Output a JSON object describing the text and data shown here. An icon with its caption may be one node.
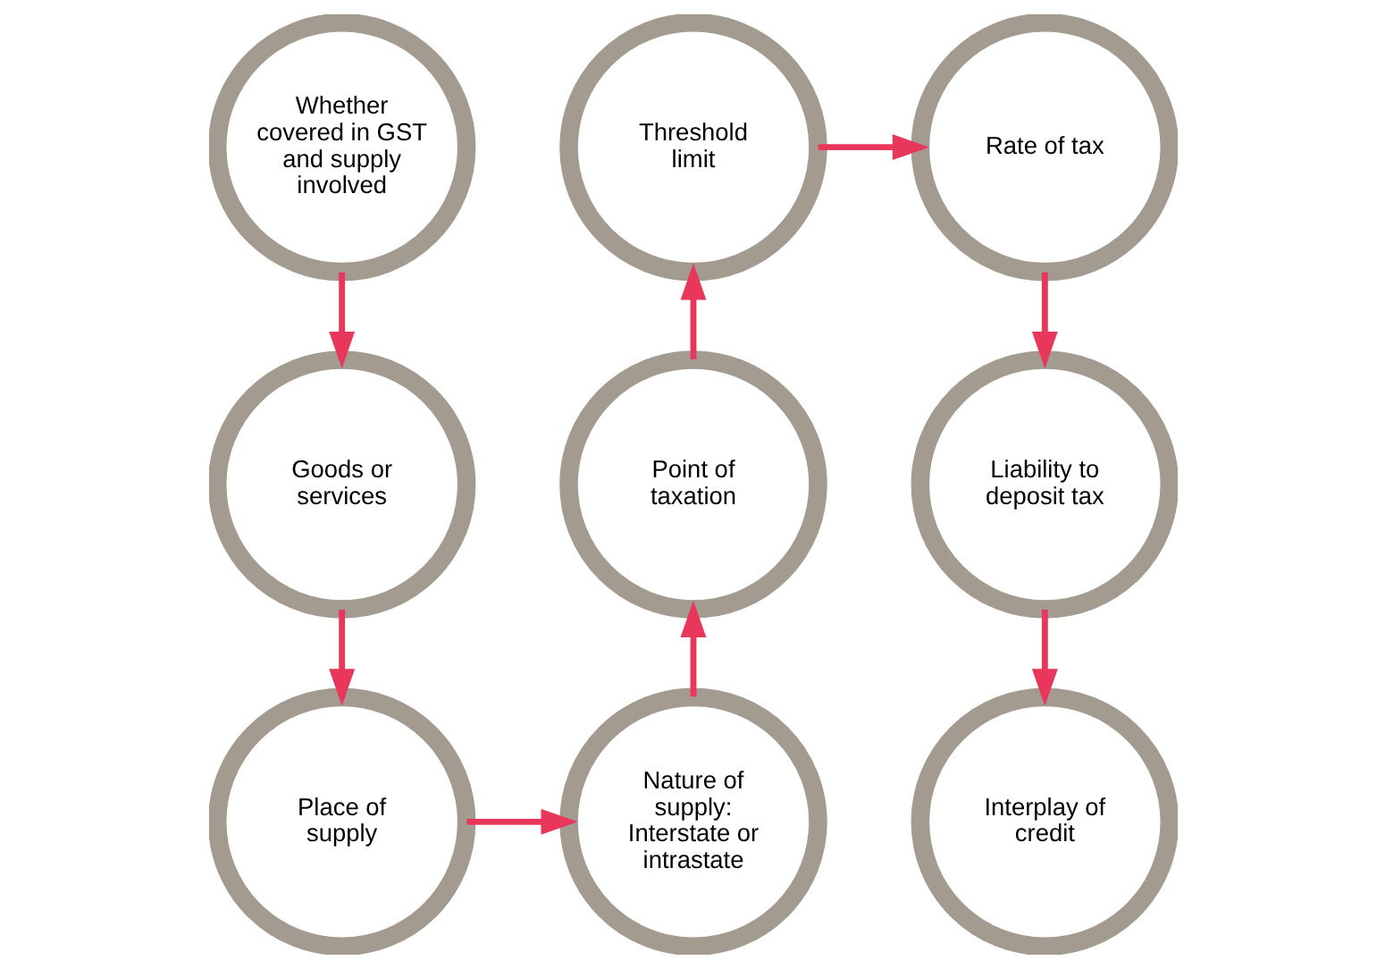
{
  "diagram": {
    "nodes": [
      {
        "text": [
          "Whether covered in GST and supply involved"
        ]
      },
      {
        "text": [
          "Threshold limit"
        ]
      },
      {
        "text": [
          "Rate of tax"
        ]
      },
      {
        "text": [
          "Goods or services"
        ]
      },
      {
        "text": [
          "Point of taxation"
        ]
      },
      {
        "text": [
          "Liability to deposit tax"
        ]
      },
      {
        "text": [
          "Place of supply"
        ]
      },
      {
        "text": [
          "Nature of supply: Interstate or intrastate"
        ]
      },
      {
        "text": [
          "Interplay of credit"
        ]
      }
    ],
    "edges": [
      {
        "from": 0,
        "to": 3,
        "arrow": "to"
      },
      {
        "from": 3,
        "to": 6,
        "arrow": "to"
      },
      {
        "from": 6,
        "to": 7,
        "arrow": "to"
      },
      {
        "from": 7,
        "to": 4,
        "arrow": "to"
      },
      {
        "from": 4,
        "to": 1,
        "arrow": "to"
      },
      {
        "from": 1,
        "to": 2,
        "arrow": "to"
      },
      {
        "from": 2,
        "to": 5,
        "arrow": "to"
      },
      {
        "from": 5,
        "to": 8,
        "arrow": "to"
      }
    ]
  }
}
